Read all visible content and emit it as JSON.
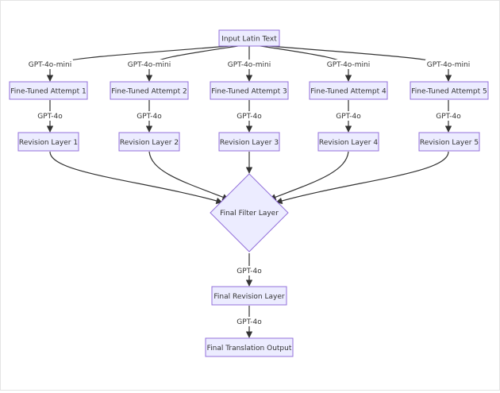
{
  "diagram": {
    "nodes": {
      "input": "Input Latin Text",
      "attempt_1": "Fine-Tuned Attempt 1",
      "attempt_2": "Fine-Tuned Attempt 2",
      "attempt_3": "Fine-Tuned Attempt 3",
      "attempt_4": "Fine-Tuned Attempt 4",
      "attempt_5": "Fine-Tuned Attempt 5",
      "revision_1": "Revision Layer 1",
      "revision_2": "Revision Layer 2",
      "revision_3": "Revision Layer 3",
      "revision_4": "Revision Layer 4",
      "revision_5": "Revision Layer 5",
      "filter": "Final Filter Layer",
      "final_revision": "Final Revision Layer",
      "output": "Final Translation Output"
    },
    "edge_labels": {
      "input_to_attempt_1": "GPT-4o-mini",
      "input_to_attempt_2": "GPT-4o-mini",
      "input_to_attempt_3": "GPT-4o-mini",
      "input_to_attempt_4": "GPT-4o-mini",
      "input_to_attempt_5": "GPT-4o-mini",
      "attempt_1_to_revision_1": "GPT-4o",
      "attempt_2_to_revision_2": "GPT-4o",
      "attempt_3_to_revision_3": "GPT-4o",
      "attempt_4_to_revision_4": "GPT-4o",
      "attempt_5_to_revision_5": "GPT-4o",
      "filter_to_final_revision": "GPT-4o",
      "final_revision_to_output": "GPT-4o"
    }
  }
}
